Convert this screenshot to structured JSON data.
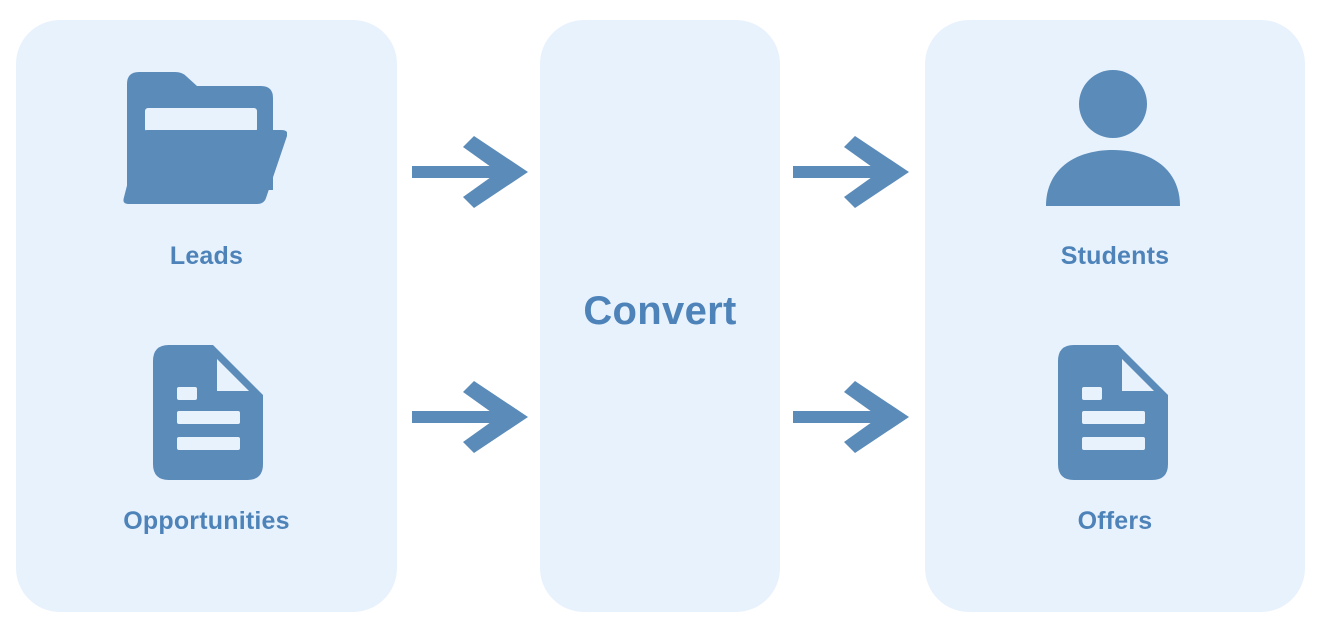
{
  "diagram": {
    "center_label": "Convert",
    "left_panel": {
      "items": [
        {
          "label": "Leads",
          "icon": "folder-open-icon"
        },
        {
          "label": "Opportunities",
          "icon": "document-icon"
        }
      ]
    },
    "right_panel": {
      "items": [
        {
          "label": "Students",
          "icon": "person-icon"
        },
        {
          "label": "Offers",
          "icon": "document-icon"
        }
      ]
    },
    "arrows": {
      "count": 4,
      "direction": "right"
    },
    "colors": {
      "accent": "#5A8BB9",
      "label_text": "#4D83B9",
      "panel_background": "#E8F2FD",
      "page_background": "#FFFFFF"
    }
  }
}
